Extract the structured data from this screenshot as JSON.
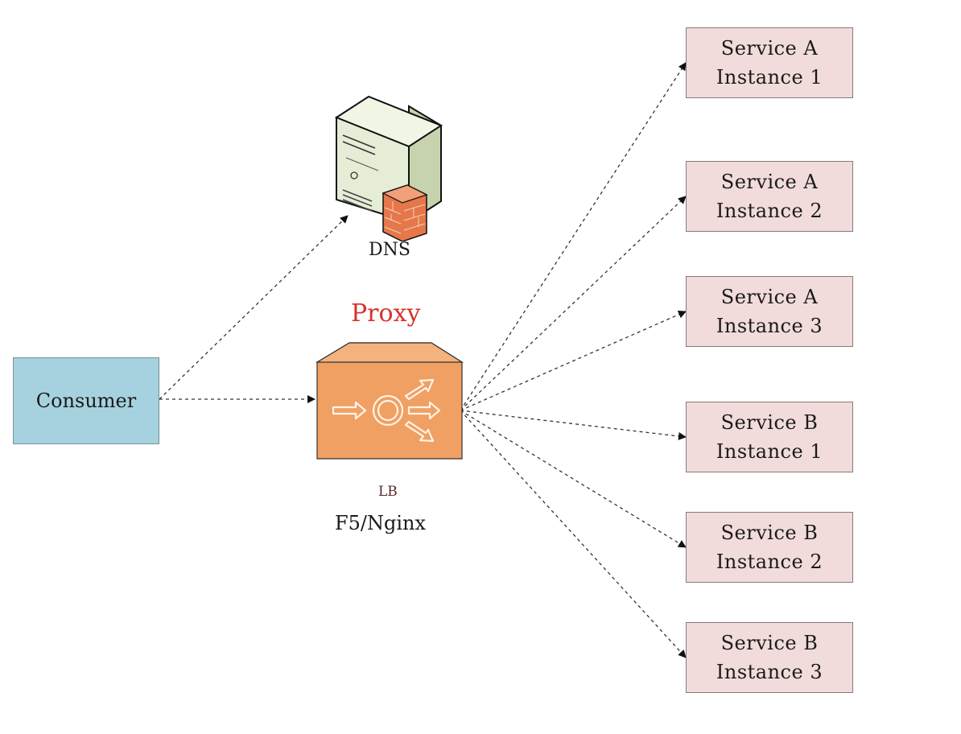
{
  "nodes": {
    "consumer": "Consumer",
    "dns": "DNS",
    "proxy": "Proxy",
    "lb": "LB",
    "lb_impl": "F5/Nginx"
  },
  "services": [
    {
      "line1": "Service A",
      "line2": "Instance 1"
    },
    {
      "line1": "Service A",
      "line2": "Instance 2"
    },
    {
      "line1": "Service A",
      "line2": "Instance 3"
    },
    {
      "line1": "Service B",
      "line2": "Instance 1"
    },
    {
      "line1": "Service B",
      "line2": "Instance 2"
    },
    {
      "line1": "Service B",
      "line2": "Instance 3"
    }
  ],
  "colors": {
    "consumer_fill": "#a6d2df",
    "service_fill": "#f1dbdb",
    "lb_fill": "#f0a063",
    "proxy_text": "#d8312b",
    "server_fill": "#e6edd6",
    "firewall_fill": "#e5774a"
  },
  "icons": {
    "dns": "server-firewall-icon",
    "lb": "load-balancer-icon"
  }
}
